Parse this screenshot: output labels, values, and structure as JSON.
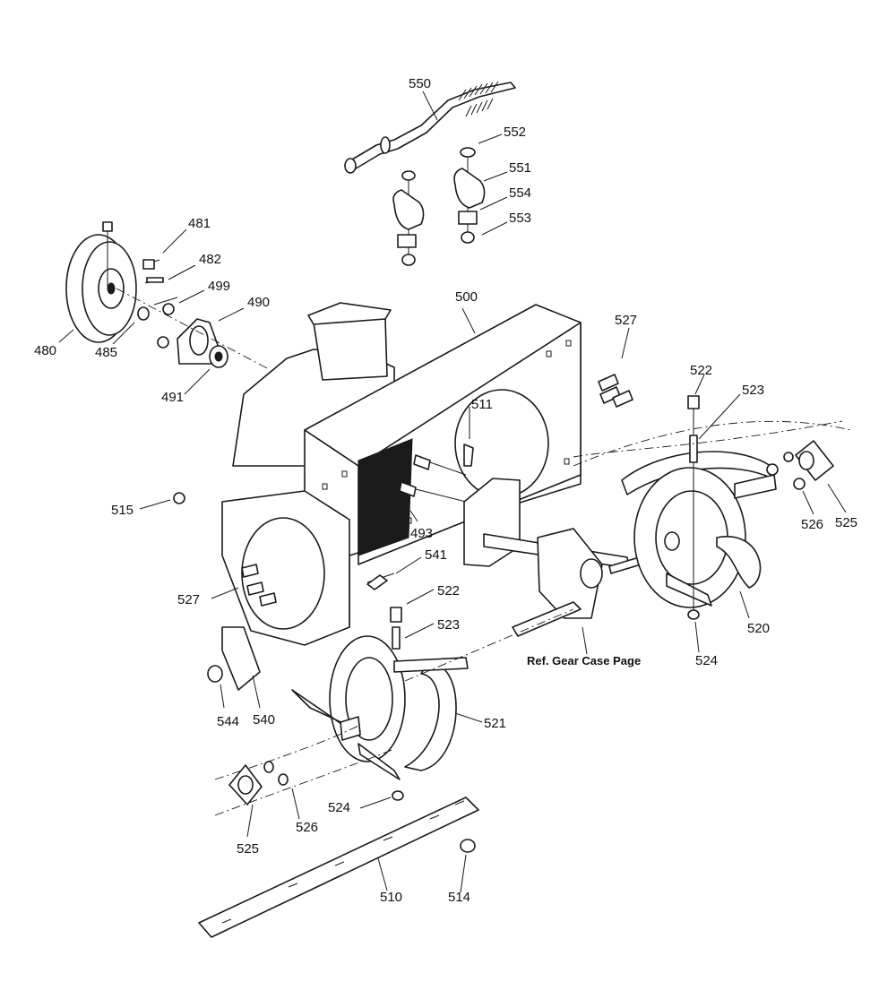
{
  "callouts": [
    {
      "id": "550",
      "text": "550"
    },
    {
      "id": "552",
      "text": "552"
    },
    {
      "id": "551",
      "text": "551"
    },
    {
      "id": "554",
      "text": "554"
    },
    {
      "id": "553",
      "text": "553"
    },
    {
      "id": "481",
      "text": "481"
    },
    {
      "id": "482",
      "text": "482"
    },
    {
      "id": "499",
      "text": "499"
    },
    {
      "id": "490",
      "text": "490"
    },
    {
      "id": "500",
      "text": "500"
    },
    {
      "id": "527a",
      "text": "527"
    },
    {
      "id": "480",
      "text": "480"
    },
    {
      "id": "485",
      "text": "485"
    },
    {
      "id": "491",
      "text": "491"
    },
    {
      "id": "522a",
      "text": "522"
    },
    {
      "id": "523a",
      "text": "523"
    },
    {
      "id": "511",
      "text": "511"
    },
    {
      "id": "515",
      "text": "515"
    },
    {
      "id": "493",
      "text": "493"
    },
    {
      "id": "526a",
      "text": "526"
    },
    {
      "id": "525a",
      "text": "525"
    },
    {
      "id": "541",
      "text": "541"
    },
    {
      "id": "527b",
      "text": "527"
    },
    {
      "id": "522b",
      "text": "522"
    },
    {
      "id": "520",
      "text": "520"
    },
    {
      "id": "523b",
      "text": "523"
    },
    {
      "id": "524a",
      "text": "524"
    },
    {
      "id": "544",
      "text": "544"
    },
    {
      "id": "540",
      "text": "540"
    },
    {
      "id": "521",
      "text": "521"
    },
    {
      "id": "524b",
      "text": "524"
    },
    {
      "id": "526b",
      "text": "526"
    },
    {
      "id": "525b",
      "text": "525"
    },
    {
      "id": "510",
      "text": "510"
    },
    {
      "id": "514",
      "text": "514"
    }
  ],
  "note": "Ref. Gear Case Page"
}
